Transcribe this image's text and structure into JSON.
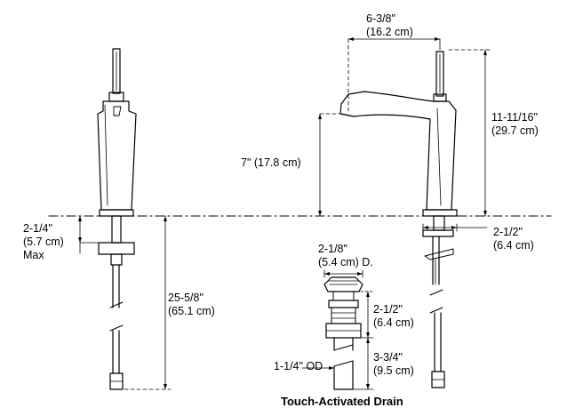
{
  "dimensions": {
    "spout_reach": {
      "imperial": "6-3/8\"",
      "metric": "(16.2 cm)"
    },
    "overall_height": {
      "imperial": "11-11/16\"",
      "metric": "(29.7 cm)"
    },
    "spout_height": {
      "text": "7\" (17.8 cm)"
    },
    "base_width": {
      "imperial": "2-1/2\"",
      "metric": "(6.4 cm)"
    },
    "max_deck": {
      "imperial": "2-1/4\"",
      "metric": "(5.7 cm)",
      "note": "Max"
    },
    "supply_length": {
      "imperial": "25-5/8\"",
      "metric": "(65.1 cm)"
    },
    "drain_diameter": {
      "imperial": "2-1/8\"",
      "metric": "(5.4 cm) D."
    },
    "drain_body": {
      "imperial": "2-1/2\"",
      "metric": "(6.4 cm)"
    },
    "drain_tail": {
      "imperial": "3-3/4\"",
      "metric": "(9.5 cm)"
    },
    "tailpiece_od": {
      "text": "1-1/4\" OD"
    }
  },
  "caption": "Touch-Activated Drain"
}
